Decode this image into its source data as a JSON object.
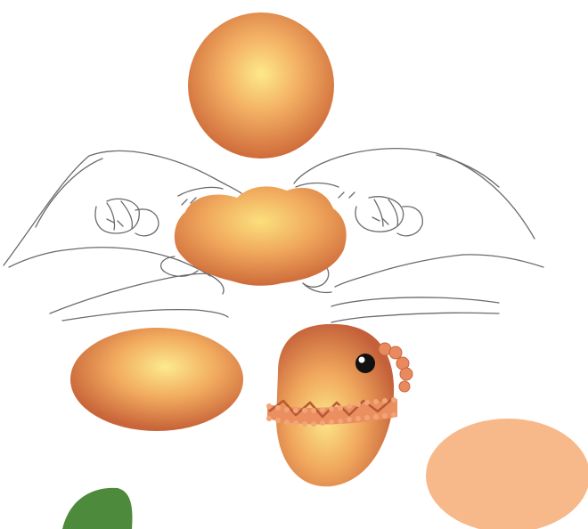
{
  "illustration": {
    "steps": [
      "ball",
      "pinched-dough",
      "oval",
      "chick"
    ],
    "colors": {
      "clay_light": "#fbe27a",
      "clay_mid": "#ee9e55",
      "clay_dark": "#c9683a",
      "comb": "#e7855a",
      "eye": "#111111",
      "hand_line": "#6b6b6b",
      "overlay_shape": "#f7b98a",
      "leaf": "#4d8a3c"
    }
  }
}
